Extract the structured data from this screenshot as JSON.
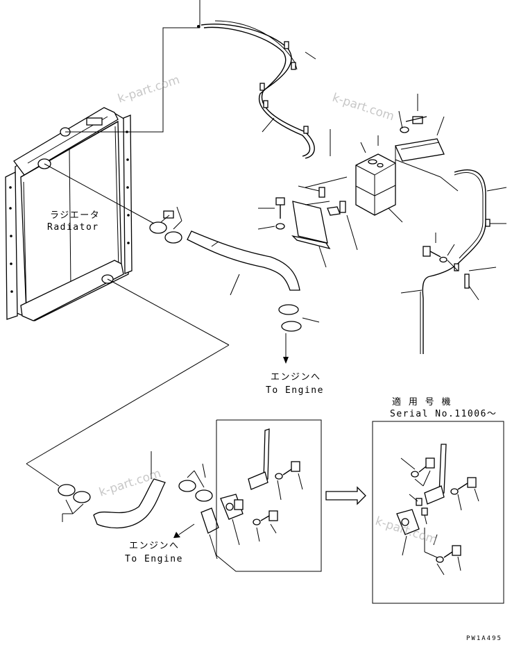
{
  "labels": {
    "radiator_jp": "ラジエータ",
    "radiator_en": "Radiator",
    "to_engine_jp_1": "エンジンへ",
    "to_engine_en_1": "To Engine",
    "to_engine_jp_2": "エンジンへ",
    "to_engine_en_2": "To Engine",
    "serial_jp": "適 用 号 機",
    "serial_en": "Serial No.11006～",
    "drawing_code": "PW1A495"
  },
  "watermarks": [
    "k-part.com",
    "k-part.com",
    "k-part.com",
    "k-part.com"
  ]
}
